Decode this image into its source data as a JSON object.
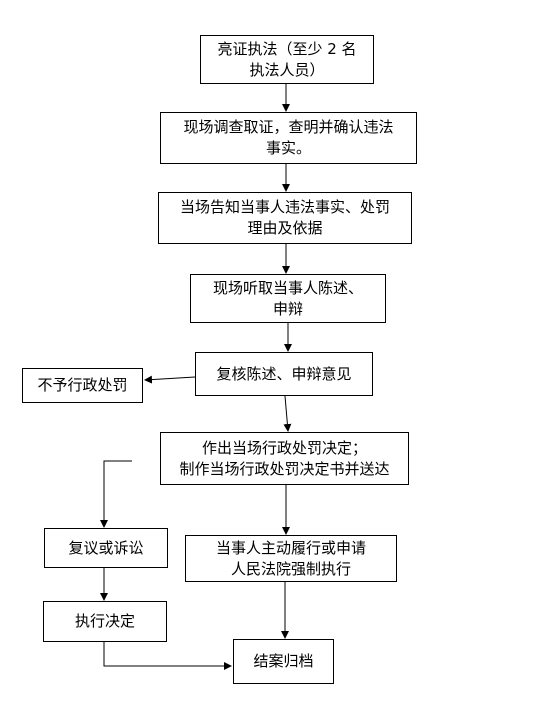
{
  "flowchart": {
    "steps": [
      {
        "id": "show_id",
        "text": "亮证执法（至少 2 名\n执法人员）"
      },
      {
        "id": "investigate",
        "text": "现场调查取证，查明并确认违法\n事实。"
      },
      {
        "id": "inform",
        "text": "当场告知当事人违法事实、处罚\n理由及依据"
      },
      {
        "id": "hear",
        "text": "现场听取当事人陈述、\n申辩"
      },
      {
        "id": "review",
        "text": "复核陈述、申辩意见"
      },
      {
        "id": "no_penalty",
        "text": "不予行政处罚"
      },
      {
        "id": "decide",
        "text": "作出当场行政处罚决定；\n制作当场行政处罚决定书并送达"
      },
      {
        "id": "appeal",
        "text": "复议或诉讼"
      },
      {
        "id": "voluntary",
        "text": "当事人主动履行或申请\n人民法院强制执行"
      },
      {
        "id": "enforce",
        "text": "执行决定"
      },
      {
        "id": "archive",
        "text": "结案归档"
      }
    ]
  }
}
